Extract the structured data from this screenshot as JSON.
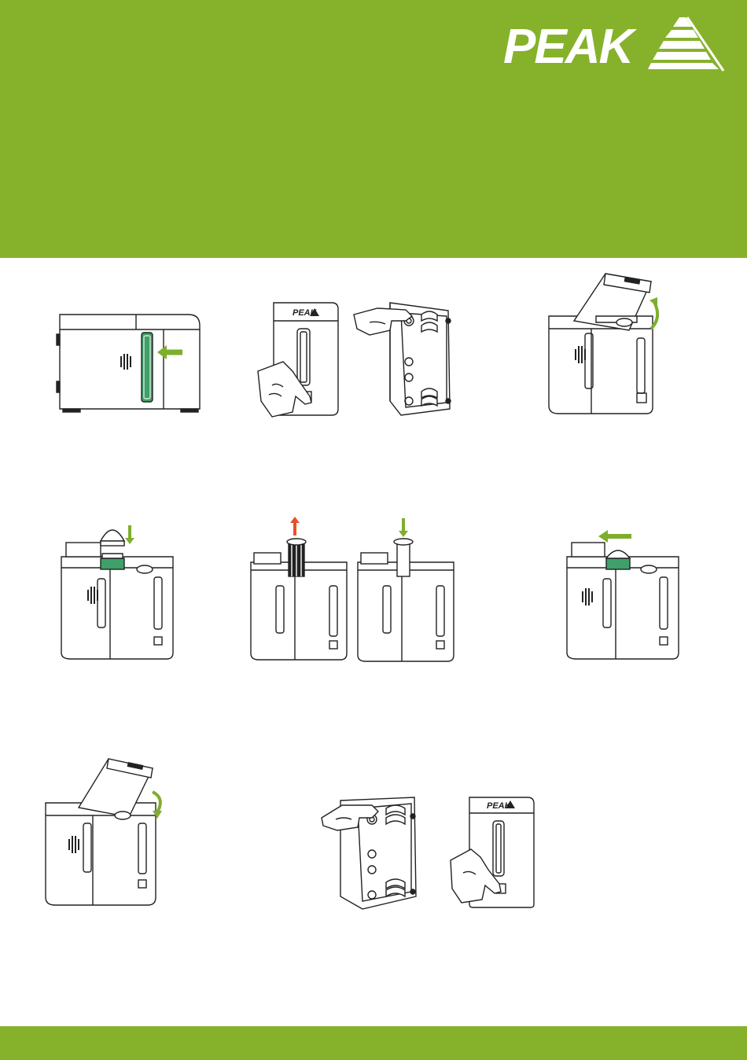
{
  "brand": {
    "logo_text": "PEAK",
    "header_color": "#86b22b",
    "footer_color": "#86b22b",
    "arrow_green": "#7fae2d",
    "arrow_red": "#e8512a",
    "highlight_green": "#3fa06a"
  },
  "illustrations": {
    "small_logo_text": "PEAK",
    "steps": [
      {
        "id": 1,
        "name": "side-panel-insert",
        "arrow": "green-left"
      },
      {
        "id": 2,
        "name": "power-off-and-disconnect",
        "arrow": "none"
      },
      {
        "id": 3,
        "name": "open-lid",
        "arrow": "green-curved-up"
      },
      {
        "id": 4,
        "name": "insert-filter-cap",
        "arrow": "green-down"
      },
      {
        "id": 5,
        "name": "remove-and-replace-cartridge",
        "arrow": "red-up-and-green-down"
      },
      {
        "id": 6,
        "name": "slide-cap-back",
        "arrow": "green-left"
      },
      {
        "id": 7,
        "name": "close-lid",
        "arrow": "green-curved-down"
      },
      {
        "id": 8,
        "name": "reconnect-and-power-on",
        "arrow": "none"
      }
    ]
  }
}
